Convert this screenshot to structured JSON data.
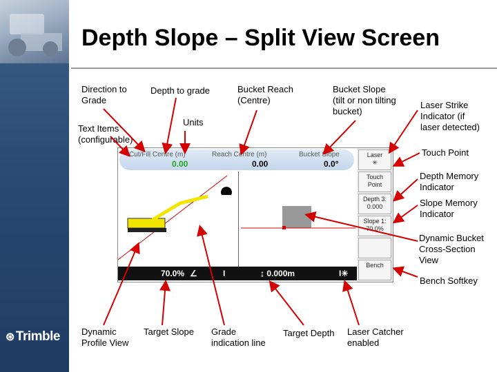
{
  "slide": {
    "title": "Depth Slope – Split View Screen"
  },
  "branding": {
    "logo_text": "Trimble",
    "logo_glyph": "⊛"
  },
  "callouts": {
    "direction_to_grade": "Direction to\nGrade",
    "depth_to_grade": "Depth to grade",
    "bucket_reach": "Bucket Reach\n(Centre)",
    "bucket_slope": "Bucket Slope\n(tilt or non tilting\nbucket)",
    "laser_strike": "Laser Strike\nIndicator (if\nlaser detected)",
    "units": "Units",
    "text_items": "Text Items\n(configurable)",
    "touch_point": "Touch Point",
    "depth_memory": "Depth Memory\nIndicator",
    "slope_memory": "Slope Memory\nIndicator",
    "dynamic_bucket": "Dynamic Bucket\nCross-Section\nView",
    "bench_softkey": "Bench Softkey",
    "dynamic_profile": "Dynamic\nProfile View",
    "target_slope": "Target Slope",
    "grade_line": "Grade\nindication line",
    "target_depth": "Target Depth",
    "laser_catcher": "Laser Catcher\nenabled"
  },
  "screen": {
    "header": {
      "cut_fill_label": "Cut/Fill Centre (m)",
      "cut_fill_value": "0.00",
      "reach_label": "Reach Centre (m)",
      "reach_value": "0.00",
      "slope_label": "Bucket Slope",
      "slope_value": "0.0°"
    },
    "softkeys": [
      {
        "line1": "Laser",
        "line2": "✳"
      },
      {
        "line1": "Touch",
        "line2": "Point"
      },
      {
        "line1": "Depth 3:",
        "line2": "0.000"
      },
      {
        "line1": "Slope 1:",
        "line2": "70.0%"
      },
      {
        "line1": "",
        "line2": ""
      },
      {
        "line1": "Bench",
        "line2": ""
      }
    ],
    "status_bar": {
      "slope": "70.0%",
      "slope_icon": "∠",
      "separator": "I",
      "depth": "↨ 0.000m",
      "laser": "I✳"
    }
  },
  "colors": {
    "accent_blue": "#2a4a73",
    "arrow_red": "#d40000",
    "boom_yellow": "#f2e600",
    "cut_green": "#1fa51f"
  }
}
